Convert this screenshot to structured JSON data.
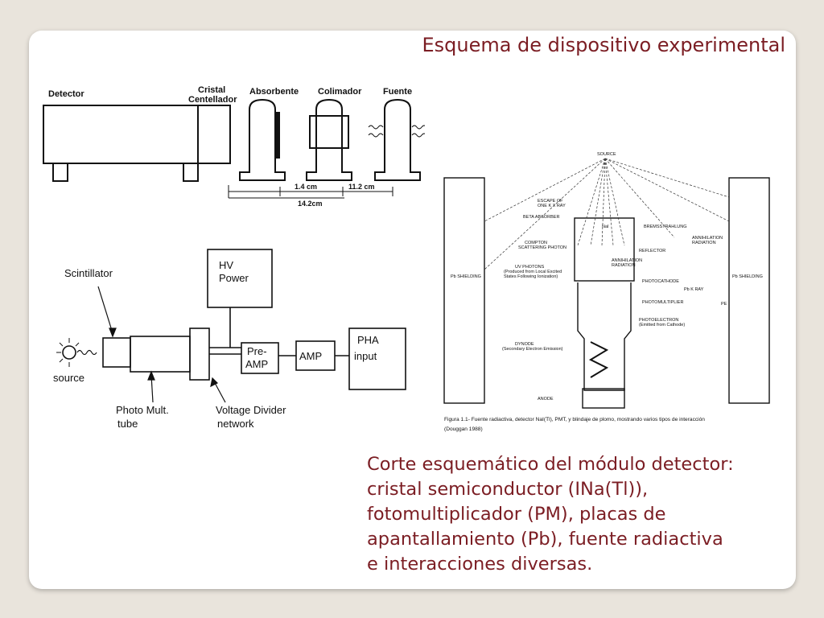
{
  "title": "Esquema de dispositivo experimental",
  "top_diagram": {
    "labels": {
      "detector": "Detector",
      "cristal_1": "Cristal",
      "cristal_2": "Centellador",
      "absorbente": "Absorbente",
      "colimador": "Colimador",
      "fuente": "Fuente"
    },
    "dims": {
      "d1": "1.4 cm",
      "d2": "11.2 cm",
      "d3": "14.2cm"
    }
  },
  "block_diagram": {
    "scintillator": "Scintillator",
    "hv_1": "HV",
    "hv_2": "Power",
    "pre_1": "Pre-",
    "pre_2": "AMP",
    "amp": "AMP",
    "pha_1": "PHA",
    "pha_2": "input",
    "source": "source",
    "photo_1": "Photo Mult.",
    "photo_2": "tube",
    "divider_1": "Voltage Divider",
    "divider_2": "network"
  },
  "right_diagram": {
    "source": "SOURCE",
    "pb_left": "Pb SHIELDING",
    "pb_right": "Pb SHIELDING",
    "escape_1": "ESCAPE OF",
    "escape_2": "ONE K X RAY",
    "beta": "BETA ABSORBER",
    "nai": "NaI",
    "brems": "BREMSSTRAHLUNG",
    "annih_1": "ANNIHILATION",
    "annih_2": "RADIATION",
    "compton_1": "COMPTON",
    "compton_2": "SCATTERING PHOTON",
    "reflector": "REFLECTOR",
    "annih2_1": "ANNIHILATION",
    "annih2_2": "RADIATION",
    "uv_1": "UV PHOTONS",
    "uv_2": "(Produced from Local Excited",
    "uv_3": "States Following Ionization)",
    "photocathode": "PHOTOCATHODE",
    "pbk": "Pb K RAY",
    "photomultiplier": "PHOTOMULTIPLIER",
    "pe": "PE",
    "photoelectron_1": "PHOTOELECTRON",
    "photoelectron_2": "(Emitted from Cathode)",
    "dynode_1": "DYNODE",
    "dynode_2": "(Secondary Electron Emission)",
    "anode": "ANODE",
    "figcap_1": "Figura 1.1- Fuente radiactiva, detector NaI(Tl), PMT, y blindaje de plomo, mostrando varios tipos de interacción",
    "figcap_2": "(Douggan 1988)"
  },
  "caption_lines": [
    "Corte esquemático del módulo detector:",
    "cristal semiconductor (INa(Tl)),",
    "fotomultiplicador (PM), placas de",
    "apantallamiento (Pb), fuente radiactiva",
    "e interacciones diversas."
  ]
}
